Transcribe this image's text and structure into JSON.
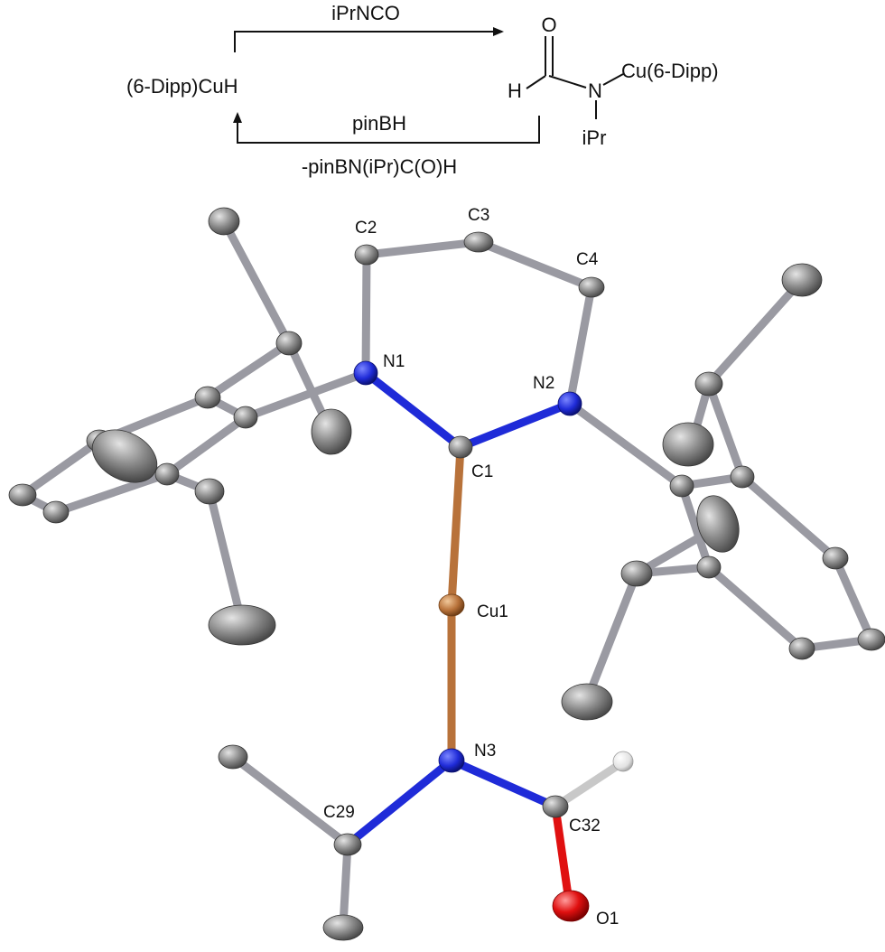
{
  "scheme": {
    "reagent_top": "iPrNCO",
    "start_complex": "(6-Dipp)CuH",
    "reagent_bottom": "pinBH",
    "byproduct": "-pinBN(iPr)C(O)H",
    "product": {
      "o": "O",
      "h": "H",
      "n": "N",
      "cu": "Cu(6-Dipp)",
      "ipr": "iPr"
    }
  },
  "structure": {
    "labels": {
      "c2": "C2",
      "c3": "C3",
      "c4": "C4",
      "n1": "N1",
      "n2": "N2",
      "c1": "C1",
      "cu1": "Cu1",
      "n3": "N3",
      "c29": "C29",
      "c32": "C32",
      "o1": "O1"
    },
    "colors": {
      "carbon": "#8a8a8a",
      "nitrogen": "#1f2bd8",
      "copper": "#b8723a",
      "oxygen": "#e01010",
      "hydrogen": "#e8e8e8",
      "bond_c": "#9a9aa2"
    }
  }
}
